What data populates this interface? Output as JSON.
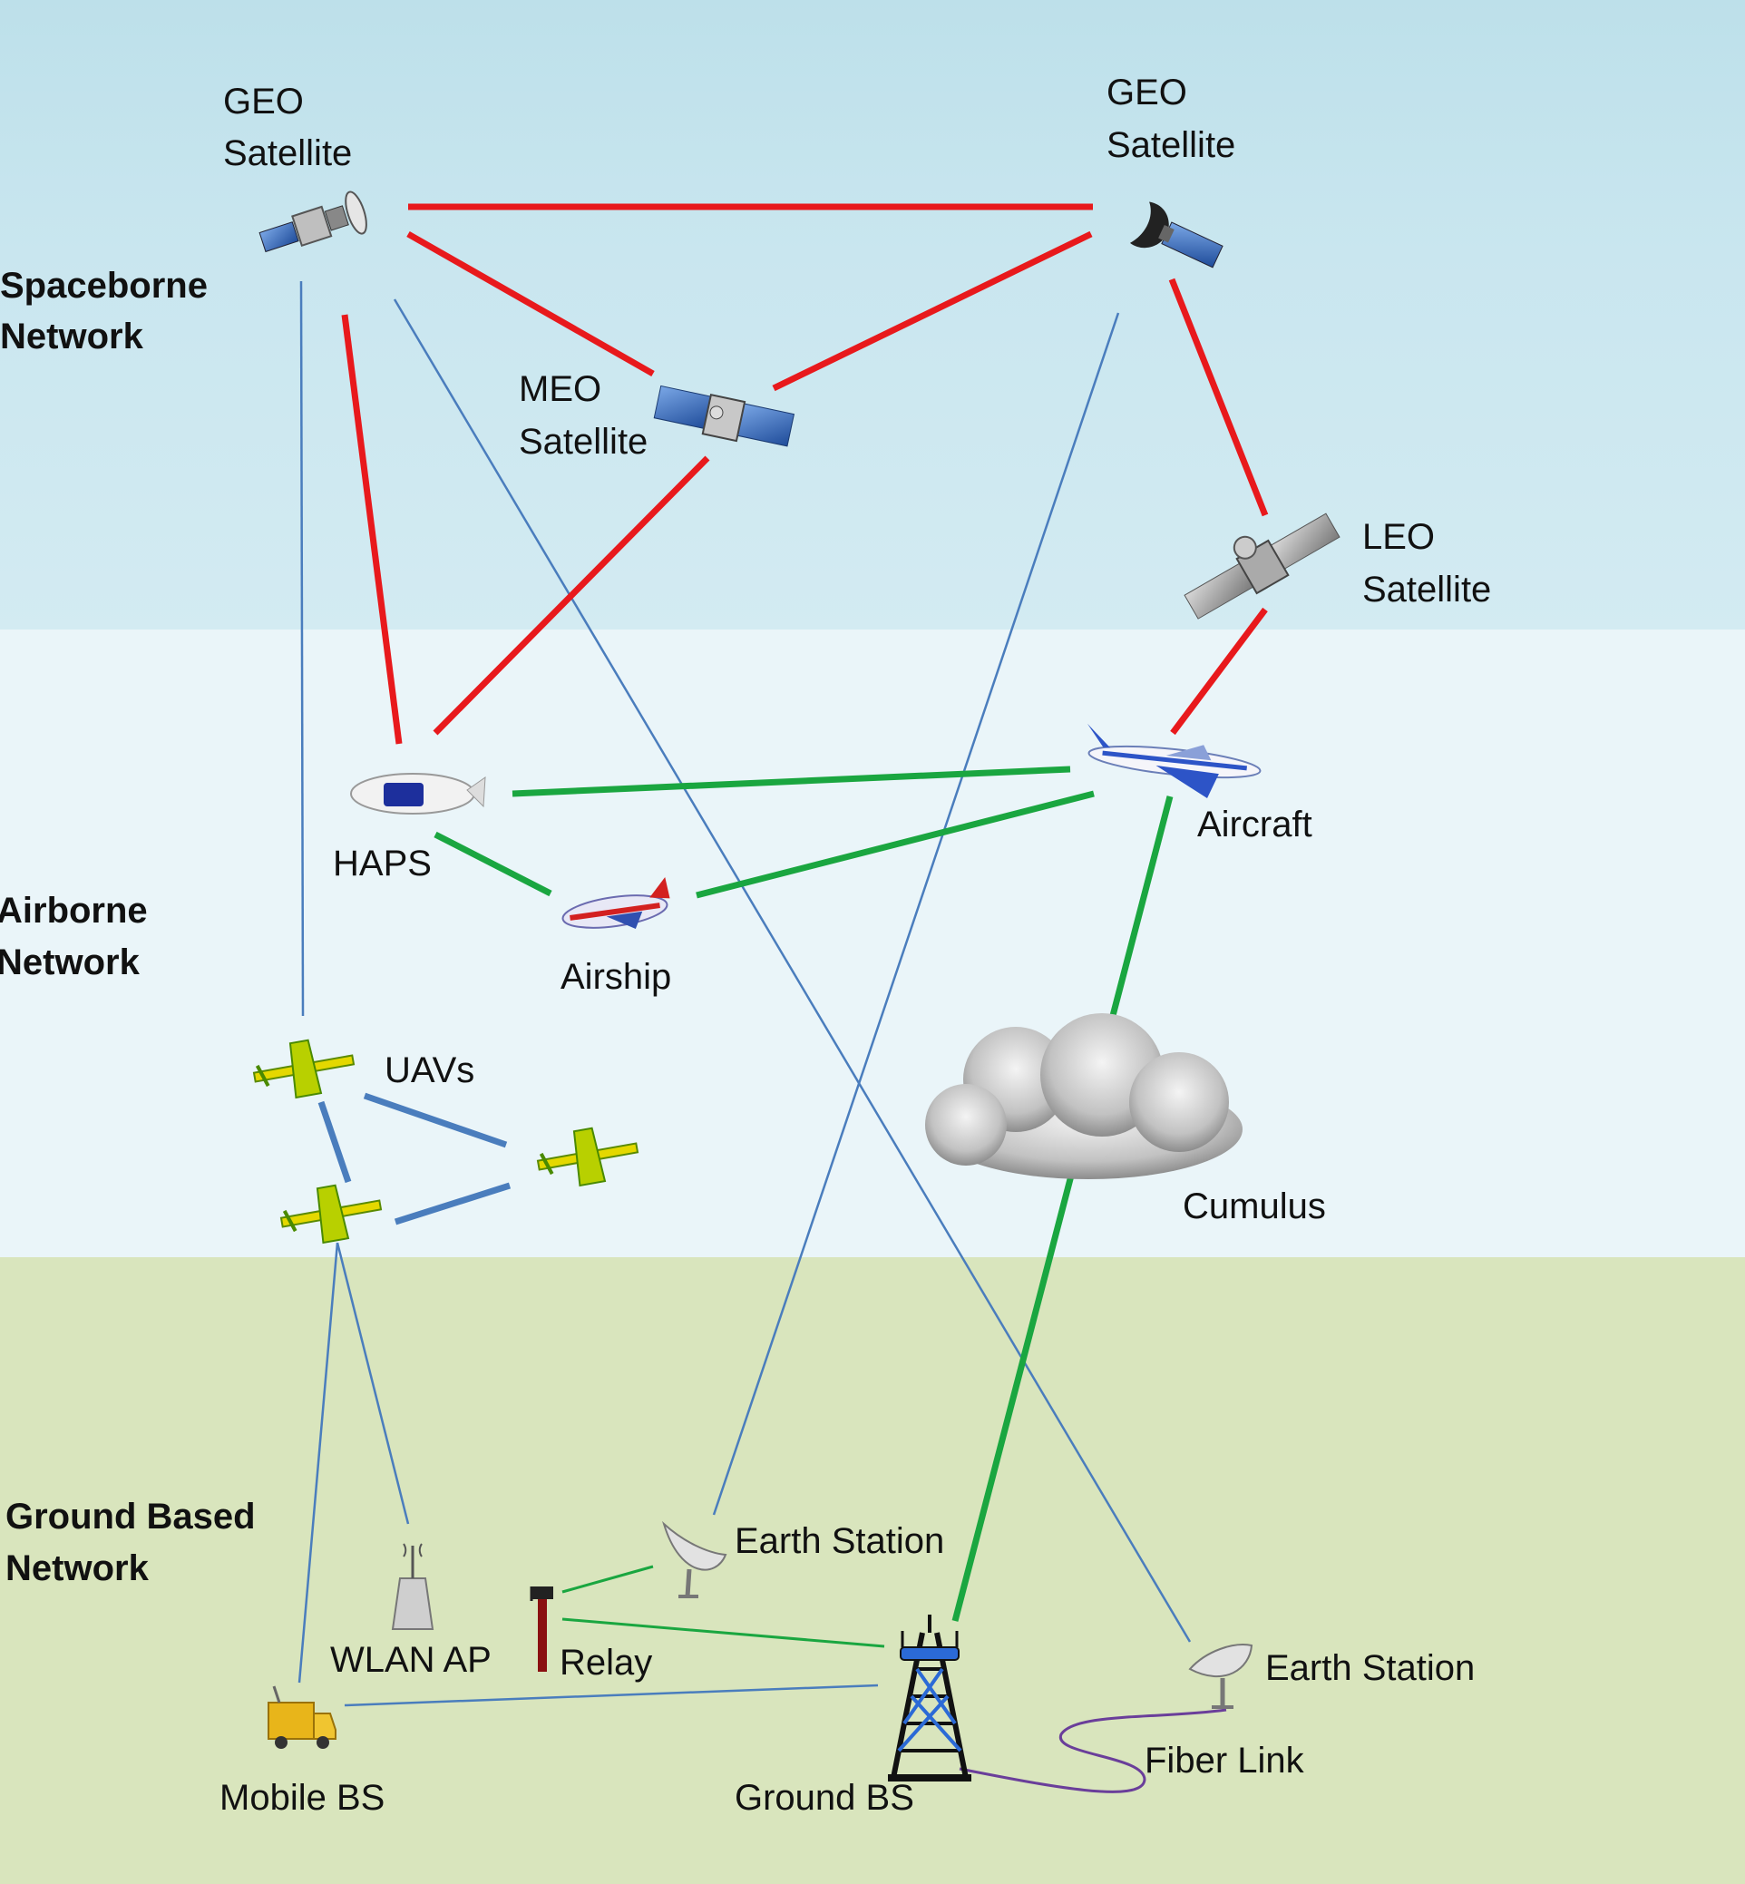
{
  "layers": {
    "spaceborne": [
      "Spaceborne",
      "Network"
    ],
    "airborne": [
      "Airborne",
      "Network"
    ],
    "ground": [
      "Ground Based",
      "Network"
    ]
  },
  "nodes": {
    "geo_left": [
      "GEO",
      "Satellite"
    ],
    "geo_right": [
      "GEO",
      "Satellite"
    ],
    "meo": [
      "MEO",
      "Satellite"
    ],
    "leo": [
      "LEO",
      "Satellite"
    ],
    "haps": "HAPS",
    "aircraft": "Aircraft",
    "airship": "Airship",
    "uavs": "UAVs",
    "cumulus": "Cumulus",
    "earth_station_1": "Earth Station",
    "earth_station_2": "Earth Station",
    "wlan_ap": "WLAN AP",
    "relay": "Relay",
    "mobile_bs": "Mobile BS",
    "ground_bs": "Ground BS",
    "fiber_link": "Fiber Link"
  },
  "colors": {
    "space_link": "#e8191c",
    "air_link": "#1aa640",
    "ground_link": "#4a7dbd",
    "fiber_link": "#6a3e9a"
  }
}
